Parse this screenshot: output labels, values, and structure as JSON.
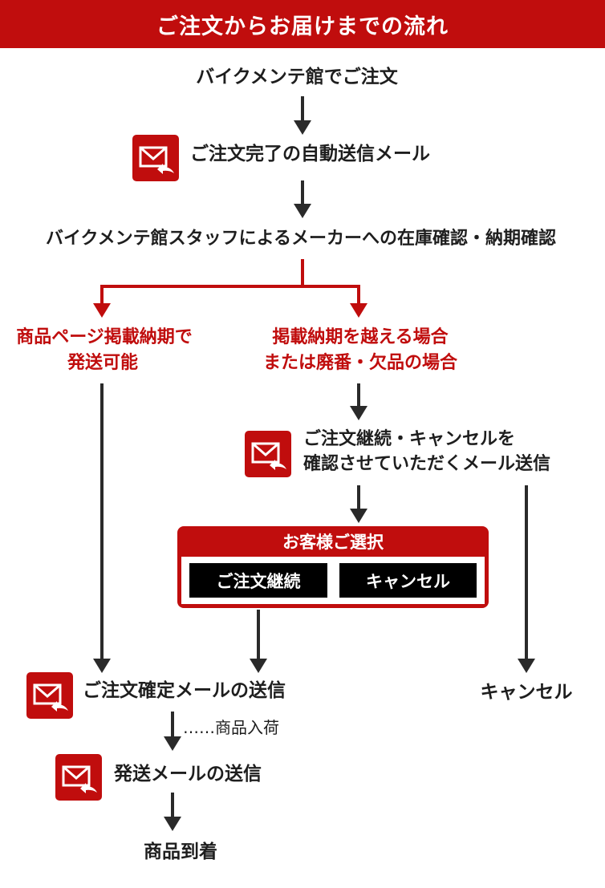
{
  "header": {
    "title": "ご注文からお届けまでの流れ"
  },
  "flow": {
    "step_order": "バイクメンテ館でご注文",
    "step_auto_mail": "ご注文完了の自動送信メール",
    "step_stock_check": "バイクメンテ館スタッフによるメーカーへの在庫確認・納期確認",
    "branch_ok_line1": "商品ページ掲載納期で",
    "branch_ok_line2": "発送可能",
    "branch_ng_line1": "掲載納期を越える場合",
    "branch_ng_line2": "または廃番・欠品の場合",
    "confirm_mail_line1": "ご注文継続・キャンセルを",
    "confirm_mail_line2": "確認させていただくメール送信",
    "selection": {
      "title": "お客様ご選択",
      "continue": "ご注文継続",
      "cancel": "キャンセル"
    },
    "confirm_order_mail": "ご注文確定メールの送信",
    "cancel_result": "キャンセル",
    "arrival_note": "……商品入荷",
    "ship_mail": "発送メールの送信",
    "delivered": "商品到着"
  },
  "colors": {
    "accent": "#c00d0d",
    "arrow": "#2a2a2a",
    "text": "#1e1e1e"
  },
  "icons": {
    "mail": "mail-reply-icon"
  }
}
